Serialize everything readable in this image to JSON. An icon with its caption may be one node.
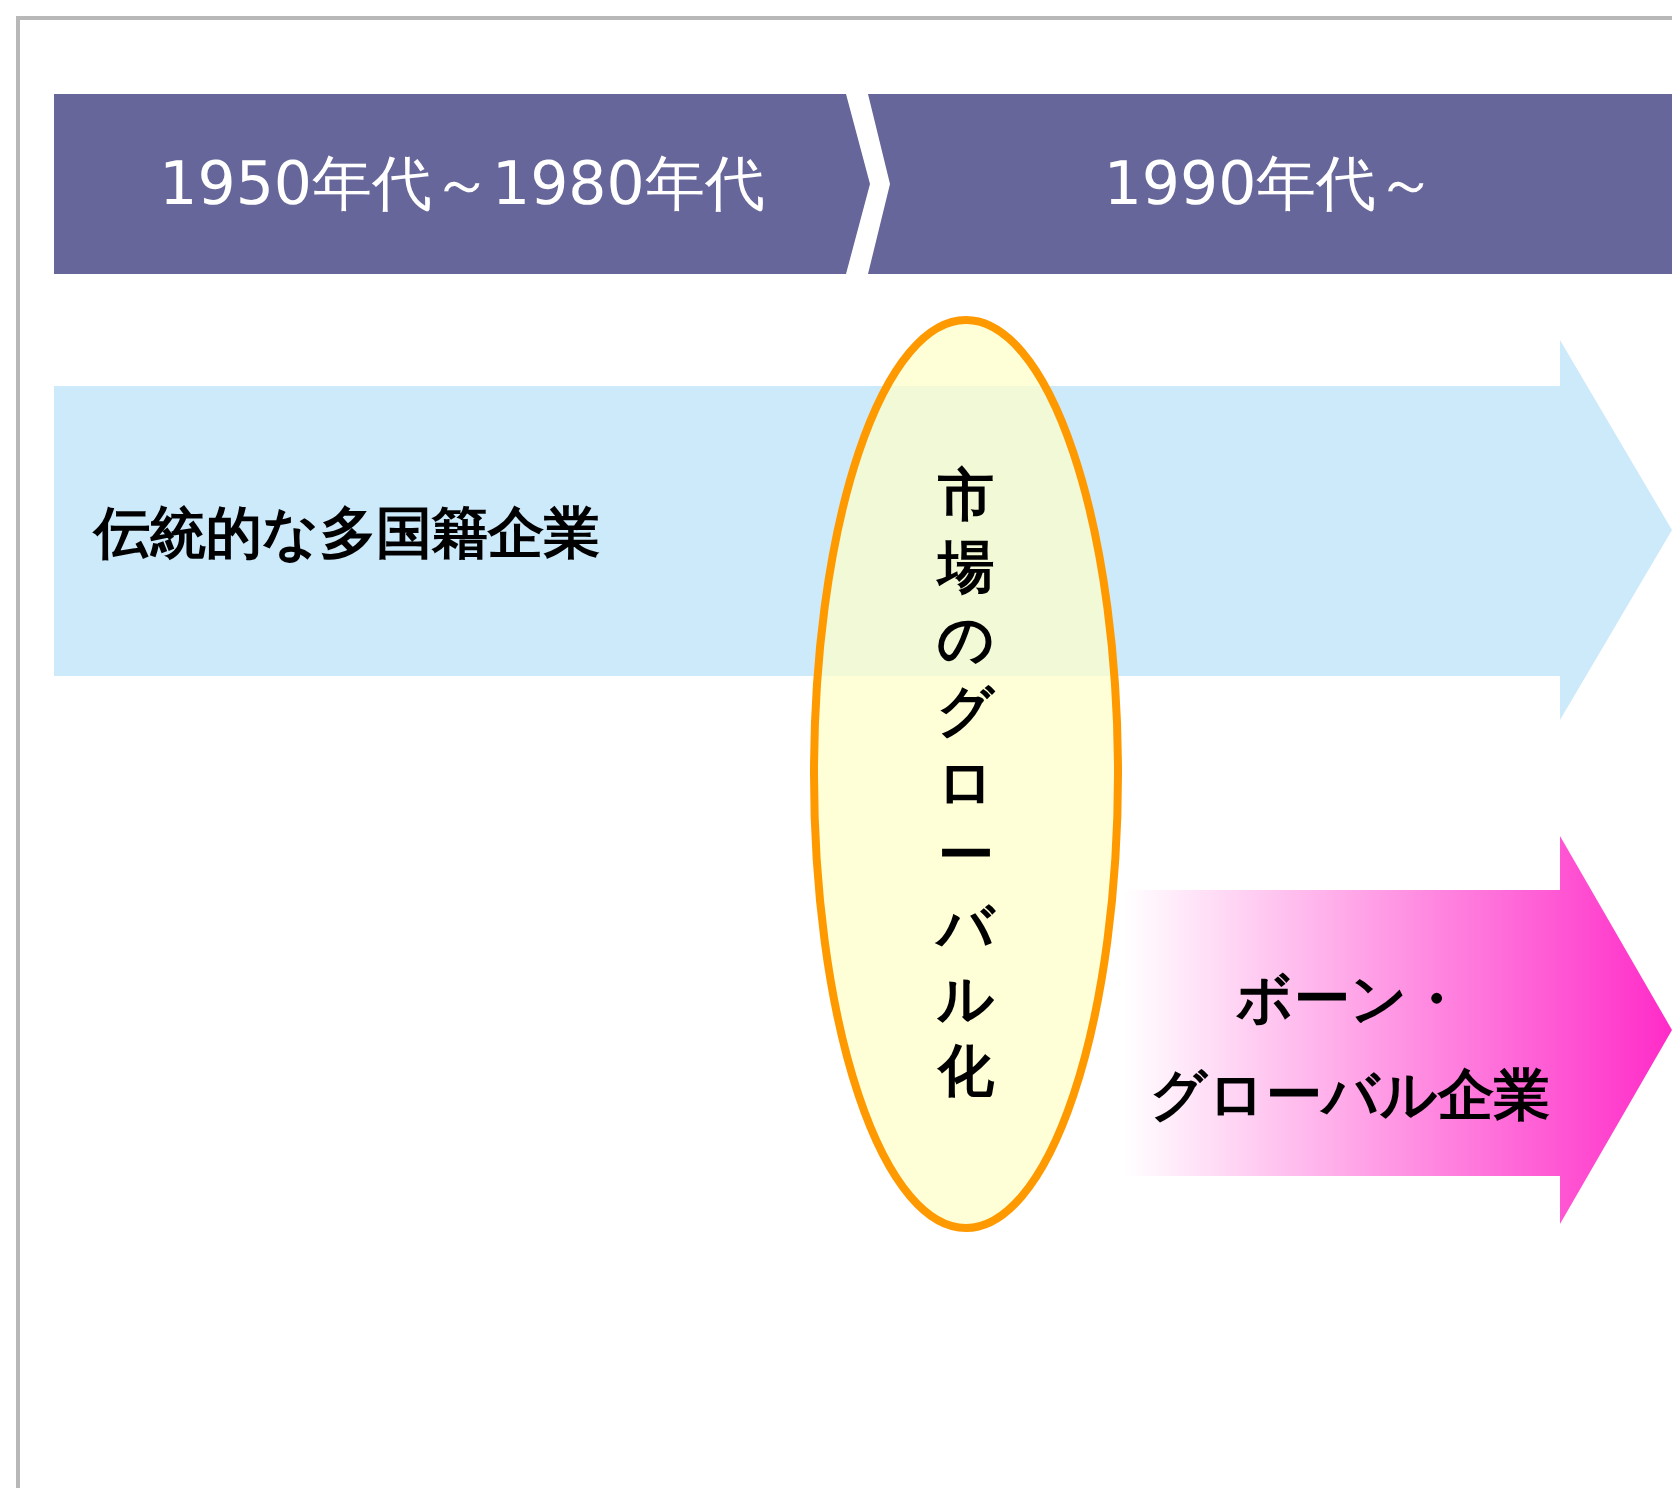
{
  "diagram": {
    "nodes": [
      {
        "text": [
          "1950年代～1980年代"
        ]
      },
      {
        "text": [
          "1990年代～"
        ]
      },
      {
        "text": [
          "伝統的な多国籍企業"
        ]
      },
      {
        "text": [
          "市場のグローバル化"
        ]
      },
      {
        "text": [
          "ボーン・グローバル企業"
        ]
      }
    ]
  }
}
